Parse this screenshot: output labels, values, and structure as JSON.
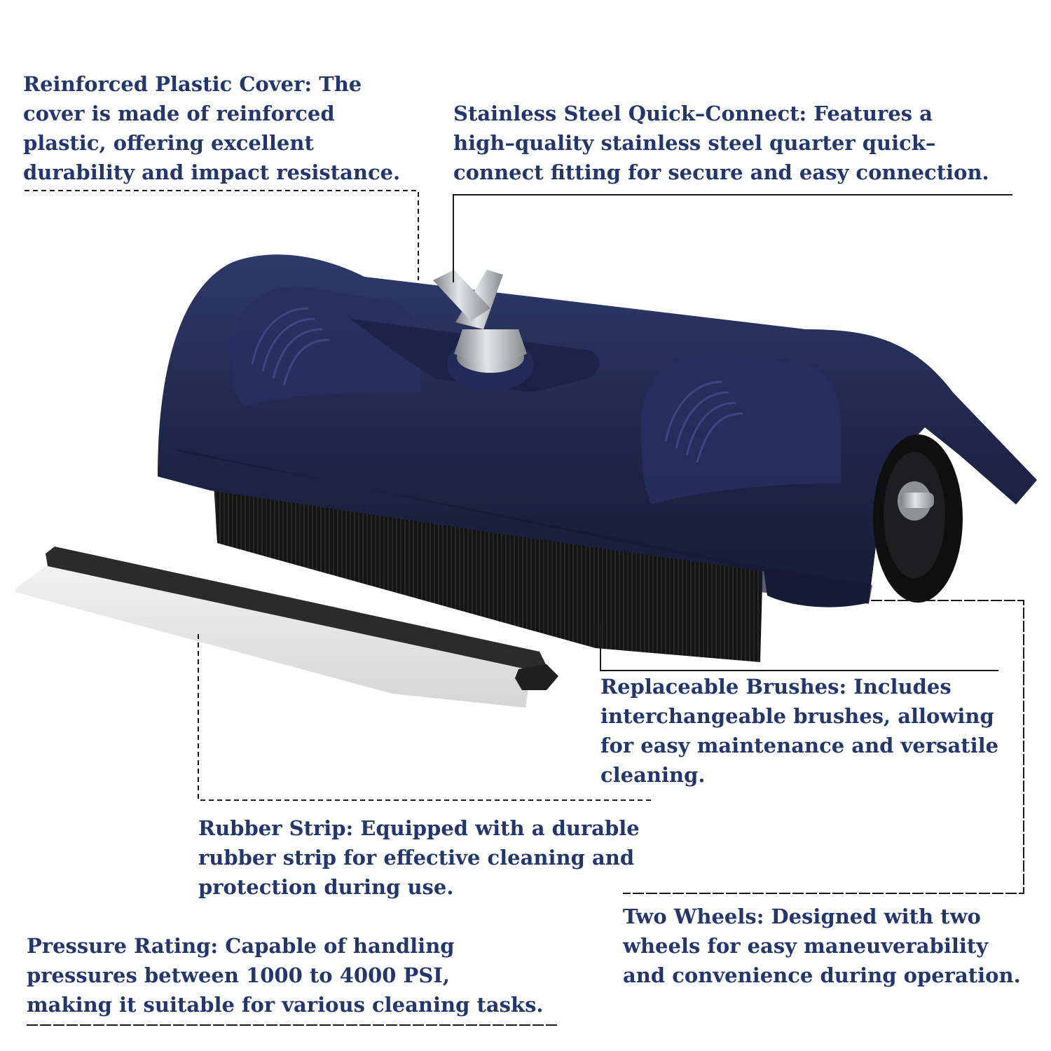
{
  "callouts": {
    "cover": "Reinforced Plastic Cover: The\ncover is made of reinforced\nplastic, offering excellent\ndurability and impact resistance.",
    "connect": "Stainless Steel Quick–Connect: Features a\nhigh–quality stainless steel quarter quick–\nconnect fitting for secure and easy connection.",
    "brushes": "Replaceable Brushes: Includes\ninterchangeable brushes, allowing\nfor easy maintenance and versatile\ncleaning.",
    "rubber": "Rubber Strip: Equipped with a durable\nrubber strip for effective cleaning and\nprotection during use.",
    "pressure": "Pressure Rating: Capable of handling\npressures between 1000 to 4000 PSI,\nmaking it suitable for various cleaning tasks.",
    "wheels": "Two Wheels: Designed with two\nwheels for easy maneuverability\nand convenience during operation."
  },
  "colors": {
    "text": "#24366e",
    "cover": "#1e2548",
    "bristles": "#141414",
    "metal": "#b9bcc0",
    "rubber": "#2a2a2a",
    "squeegee": "#e6e6e6"
  }
}
